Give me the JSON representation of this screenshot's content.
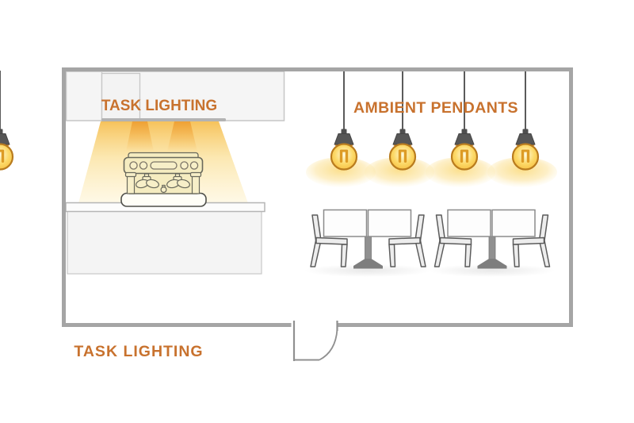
{
  "labels": {
    "task_lighting_top": "TASK LIGHTING",
    "ambient_pendants": "AMBIENT PENDANTS",
    "task_lighting_bottom": "TASK LIGHTING"
  },
  "colors": {
    "label_orange": "#c8722e",
    "wall_gray": "#a5a5a5",
    "beam_yellow": "#f7c14f",
    "beam_hot": "#f0a33a",
    "bulb_amber": "#f8c143",
    "bulb_rim": "#b97c1e",
    "glow_soft": "#fbd977",
    "pendant_shade_gray": "#565656",
    "cabinet_fill": "#f5f5f5",
    "counter_fill": "#f4f4f4",
    "machine_cream": "#f5ecc0",
    "table_gray": "#8b8b8b",
    "chair_fill": "#ededed"
  },
  "scene": {
    "type": "cafe-lighting-diagram",
    "pendant_count": 4,
    "table_sets": 2,
    "chairs_per_table_set": 2,
    "objects": [
      "room-outline",
      "wall-cabinet",
      "under-cabinet-task-light-beams",
      "espresso-machine",
      "service-counter",
      "ambient-pendant-lamps",
      "dining-table-sets",
      "door-swing"
    ]
  }
}
